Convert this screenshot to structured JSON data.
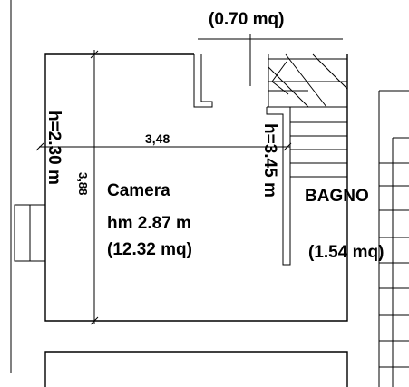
{
  "labels": {
    "top_area": "(0.70 mq)",
    "room_name": "Camera",
    "room_height": "hm 2.87 m",
    "room_area": "(12.32 mq)",
    "bath_name": "BAGNO",
    "bath_area": "(1.54 mq)",
    "dim_width": "3,48",
    "dim_length": "3,88",
    "height_left": "h=2.30 m",
    "height_right": "h=3.45 m"
  }
}
